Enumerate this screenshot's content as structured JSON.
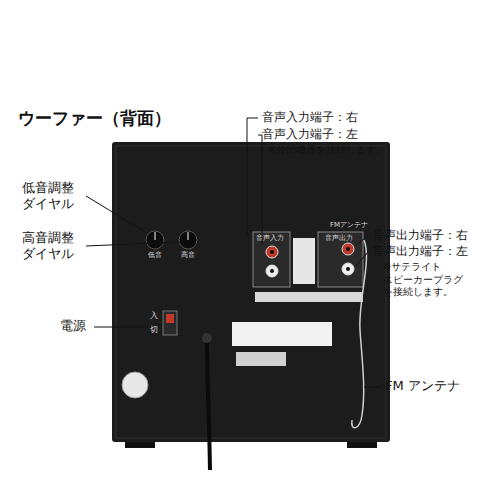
{
  "diagram": {
    "title": "ウーファー（背面）",
    "labels": [
      "音声入力端子：右",
      "音声入力端子：左",
      "※外部機器を接続します。",
      "低音調整 ダイヤル",
      "高音調整 ダイヤル",
      "音声出力端子：右",
      "音声出力端子：左",
      "※サテライト スピーカープラグ を接続します。",
      "電源",
      "FM アンテナ",
      "低音",
      "高音",
      "入",
      "切",
      "音声入力",
      "音声出力",
      "FMアンテナ"
    ]
  }
}
